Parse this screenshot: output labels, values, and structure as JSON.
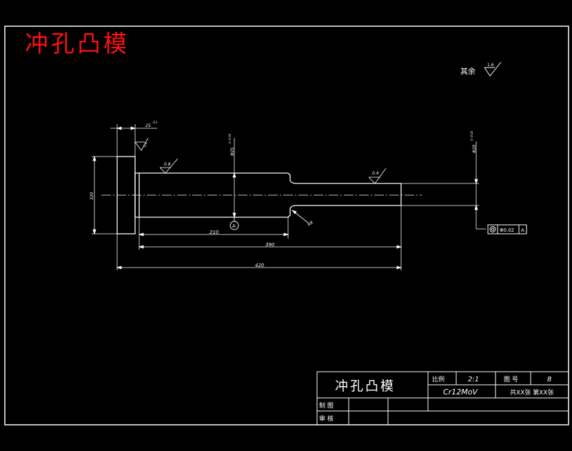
{
  "drawing": {
    "red_title": "冲孔凸模",
    "roughness_note": "其余",
    "roughness_note_value": "1.6",
    "dim_flange_thickness": "25",
    "dim_flange_thickness_tol": "-0.1",
    "dim_flange_roughness": "3.2",
    "dim_body_roughness": "0.8",
    "dim_body_diameter": "Φ25",
    "dim_body_diameter_tol": "0 -0.02",
    "dim_tip_roughness": "0.4",
    "dim_tip_diameter": "Φ20",
    "dim_tip_diameter_tol": "0 -0.02",
    "dim_flange_height": "320",
    "dim_fillet": "R8",
    "dim_210": "210",
    "dim_390": "390",
    "dim_420": "420",
    "datum_label": "A",
    "tolerance_symbol": "◎",
    "tolerance_value": "Φ0.02",
    "tolerance_datum": "A"
  },
  "title_block": {
    "part_name": "冲孔凸模",
    "scale_label": "比例",
    "scale_value": "2:1",
    "drawing_no_label": "图 号",
    "drawing_no_value": "8",
    "material": "Cr12MoV",
    "sheets": "共XX张  第XX张",
    "drawn_label": "制 图",
    "checked_label": "审 核"
  }
}
